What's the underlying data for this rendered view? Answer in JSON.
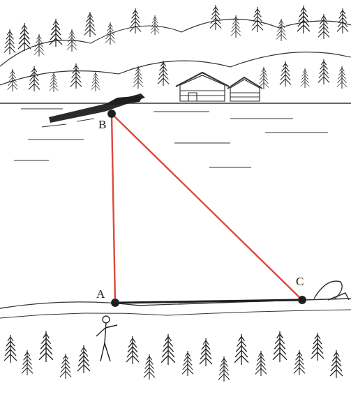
{
  "diagram": {
    "nodes": [
      {
        "text": [
          "B"
        ]
      },
      {
        "text": [
          "A"
        ]
      },
      {
        "text": [
          "C"
        ]
      }
    ],
    "edges": [
      {
        "from": 0,
        "to": 1,
        "arrow": "none"
      },
      {
        "from": 0,
        "to": 2,
        "arrow": "none"
      },
      {
        "from": 1,
        "to": 2,
        "arrow": "none"
      }
    ]
  }
}
